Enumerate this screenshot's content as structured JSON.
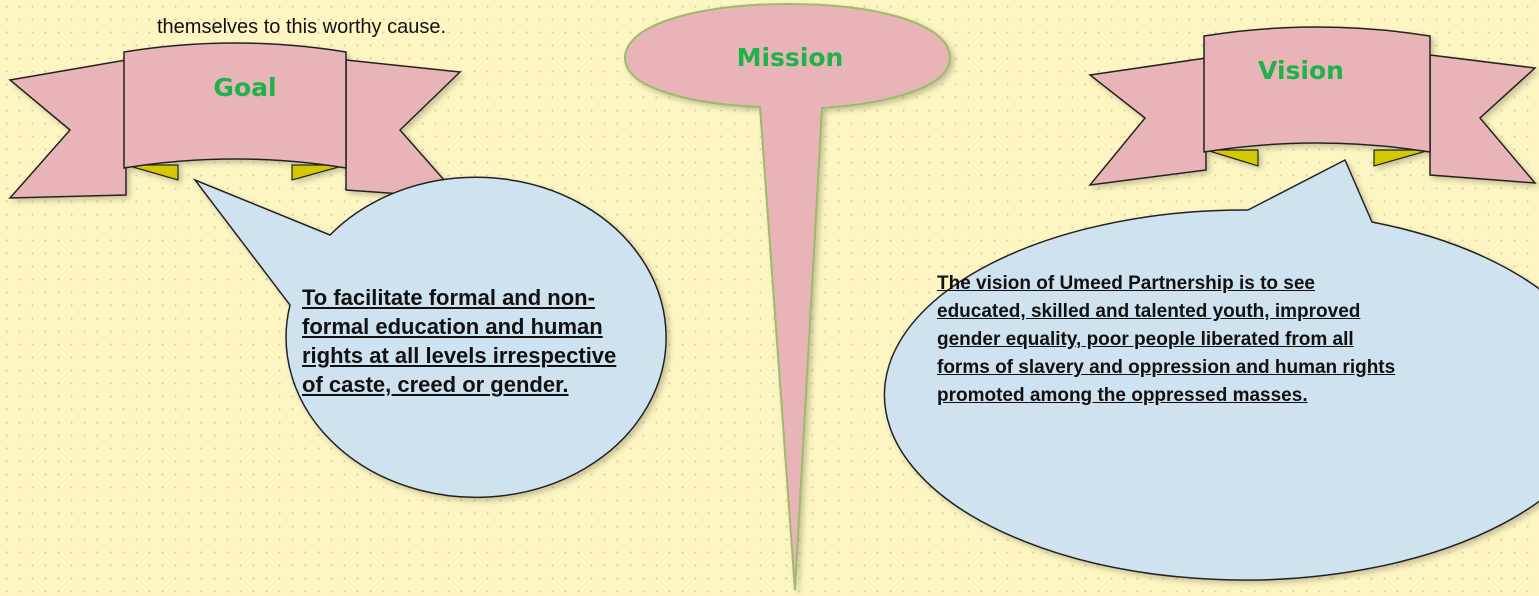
{
  "intro_text": "themselves to this worthy cause.",
  "goal": {
    "label": "Goal",
    "text": "To facilitate formal and non-formal education and human rights at all levels irrespective of caste, creed or gender."
  },
  "mission": {
    "label": "Mission"
  },
  "vision": {
    "label": "Vision",
    "text": "The vision of Umeed Partnership is to see educated, skilled and talented youth, improved gender equality, poor people liberated from all forms of slavery and oppression and human rights promoted among the oppressed masses."
  },
  "colors": {
    "banner_fill": "#e8b4b8",
    "banner_fold": "#d4c800",
    "bubble_fill": "#cfe2f0",
    "label_green": "#1db34a",
    "background": "#fdf6c3"
  }
}
